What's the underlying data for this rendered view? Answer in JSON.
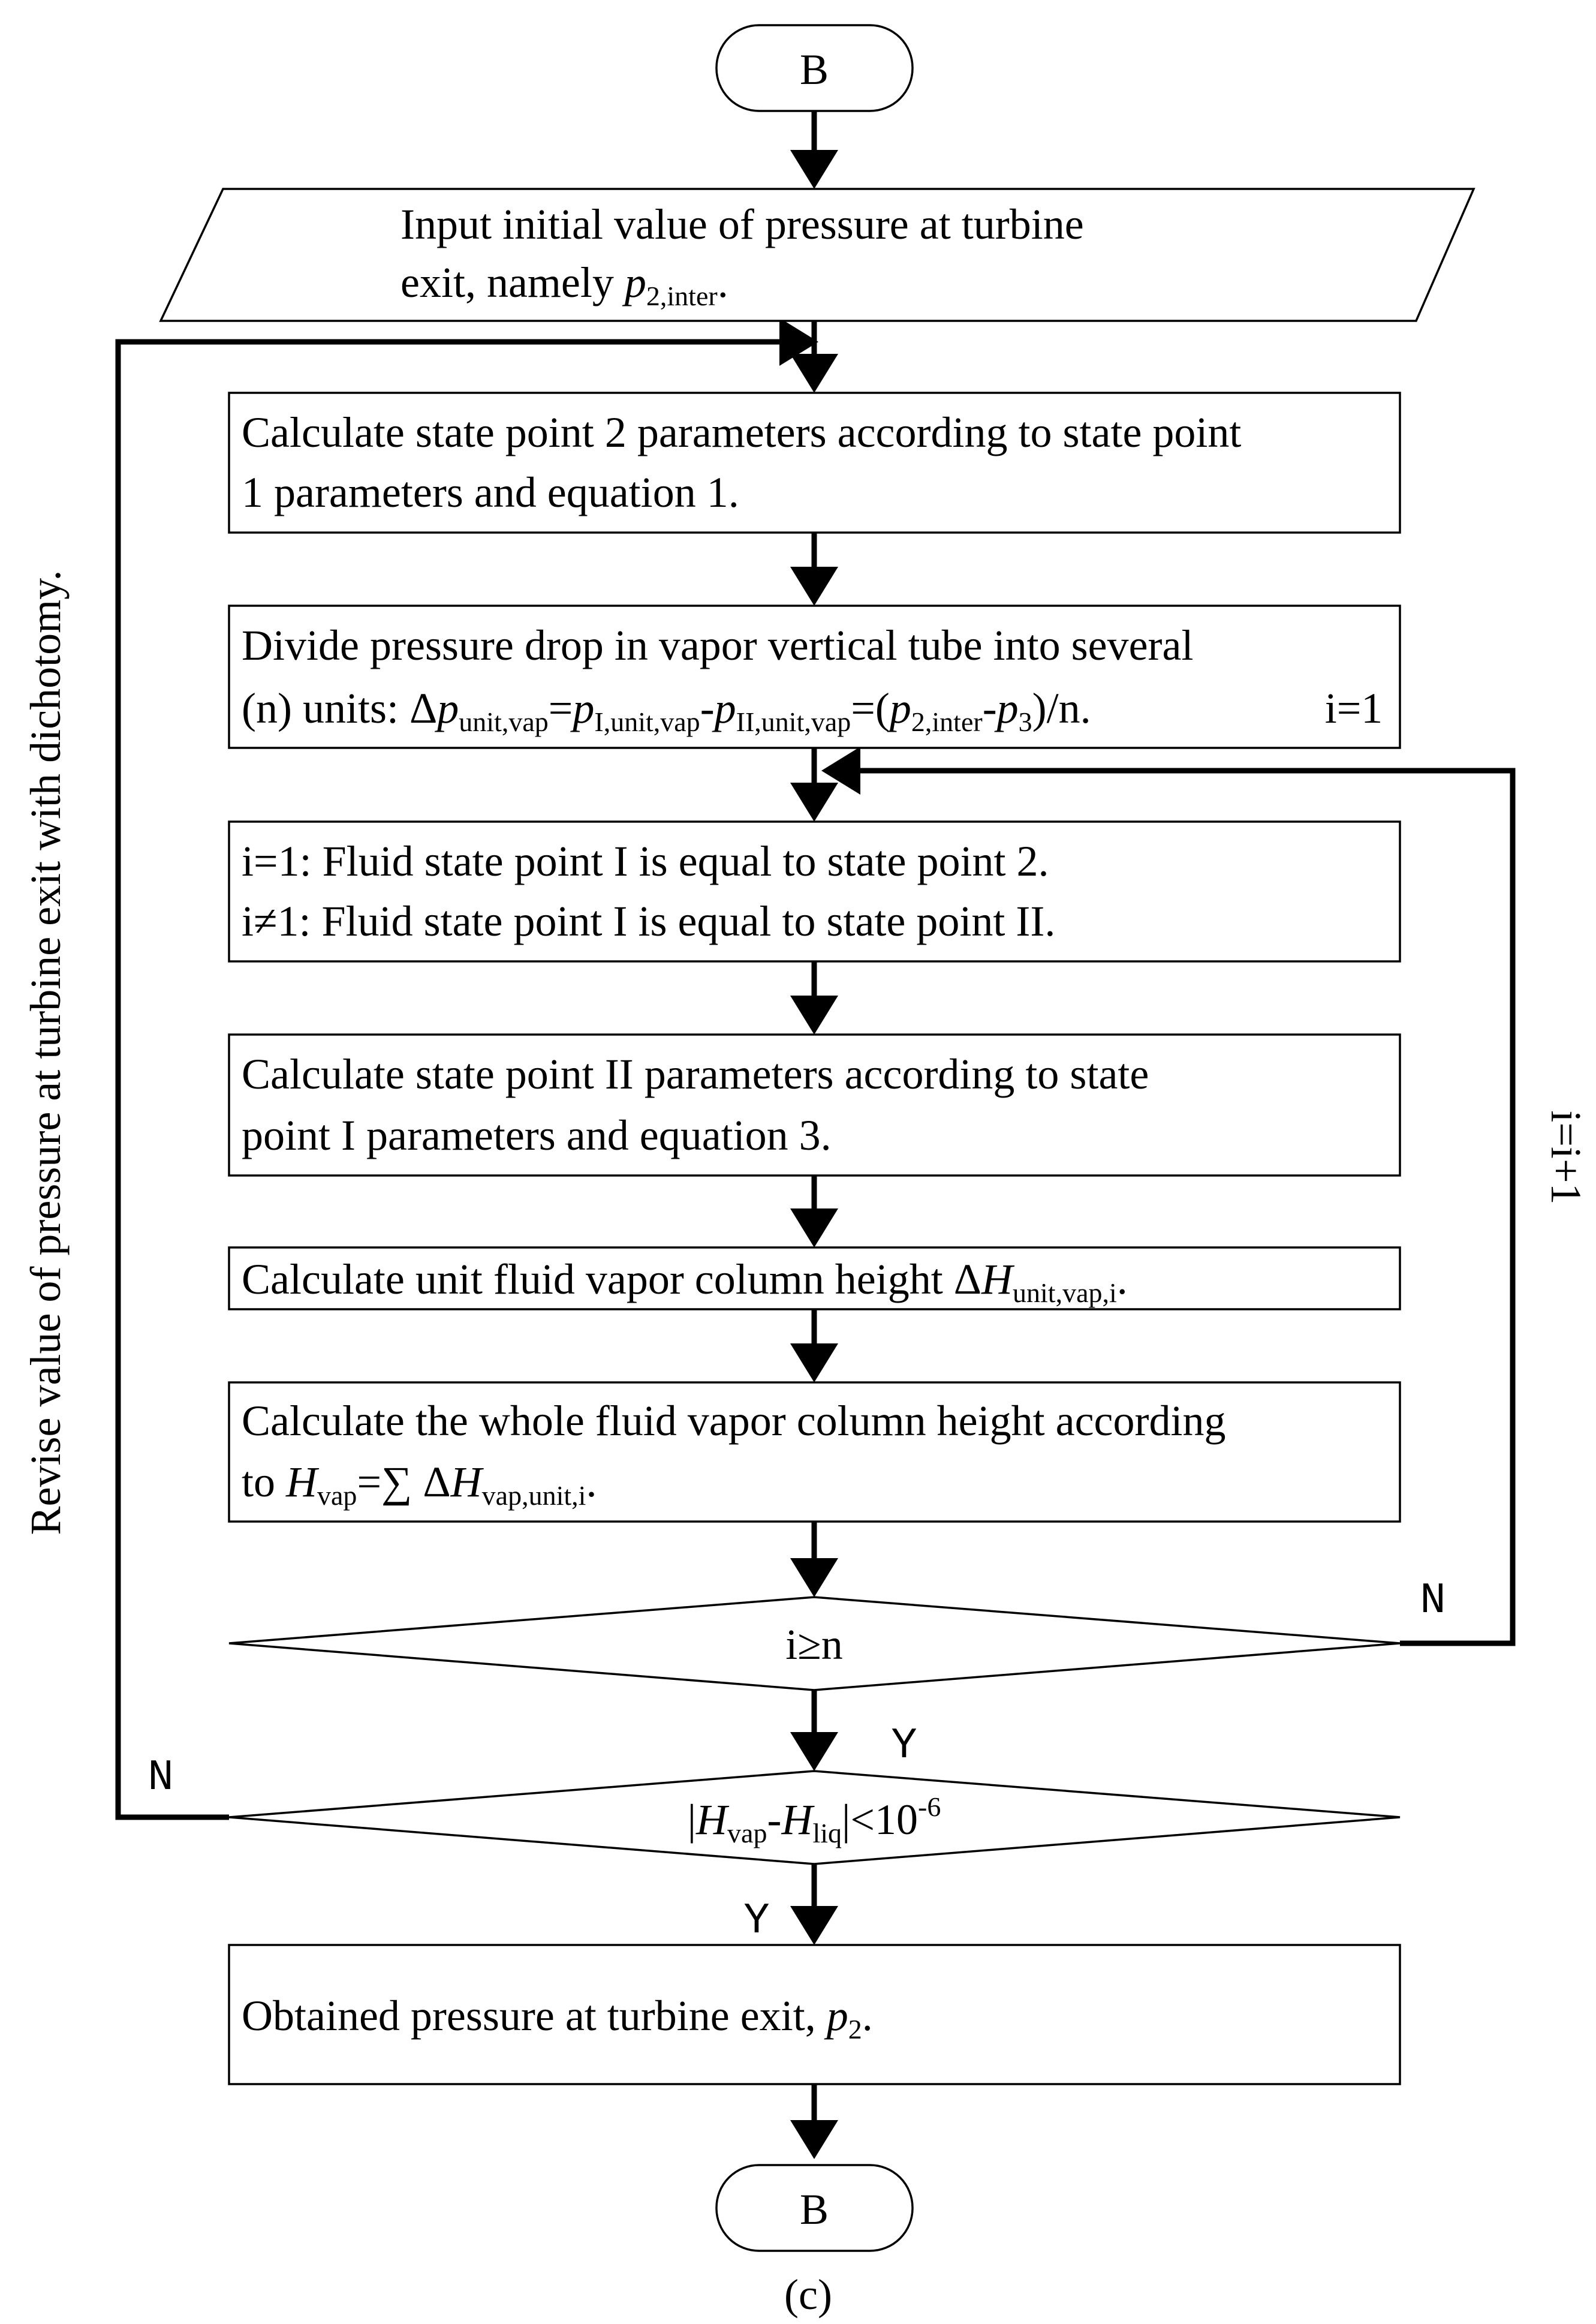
{
  "terminal_start": "B",
  "terminal_end": "B",
  "input_step": {
    "line1": "Input initial value of pressure at turbine",
    "line2_text": "exit, namely ",
    "line2_var": "p",
    "line2_sub": "2,inter",
    "line2_end": "."
  },
  "step_state2": {
    "line1": "Calculate state point 2 parameters according to state point",
    "line2": "1 parameters and equation 1."
  },
  "step_divide": {
    "line1": "Divide pressure drop in vapor vertical tube into several",
    "line2": [
      {
        "t": "(n) units: Δ"
      },
      {
        "t": "p",
        "i": true
      },
      {
        "t": "unit,vap",
        "sub": true
      },
      {
        "t": "="
      },
      {
        "t": "p",
        "i": true
      },
      {
        "t": "I,unit,vap",
        "sub": true
      },
      {
        "t": "-"
      },
      {
        "t": "p",
        "i": true
      },
      {
        "t": "II,unit,vap",
        "sub": true
      },
      {
        "t": "=("
      },
      {
        "t": "p",
        "i": true
      },
      {
        "t": "2,inter",
        "sub": true
      },
      {
        "t": "-"
      },
      {
        "t": "p",
        "i": true
      },
      {
        "t": "3",
        "sub": true
      },
      {
        "t": ")/n."
      }
    ],
    "counter": "i=1"
  },
  "step_assign": {
    "line1": "i=1: Fluid state point I is equal to state point 2.",
    "line2": "i≠1: Fluid state point I is equal to state point II."
  },
  "step_state_II": {
    "line1": "Calculate state point II parameters  according to state",
    "line2": "point I parameters and equation 3."
  },
  "step_unit_height": [
    {
      "t": "Calculate unit fluid vapor column height Δ"
    },
    {
      "t": "H",
      "i": true
    },
    {
      "t": "unit,vap,i",
      "sub": true
    },
    {
      "t": "."
    }
  ],
  "step_total_height": {
    "line1": "Calculate the whole fluid vapor column height according",
    "line2": [
      {
        "t": "to "
      },
      {
        "t": "H",
        "i": true
      },
      {
        "t": "vap",
        "sub": true
      },
      {
        "t": "=∑ Δ"
      },
      {
        "t": "H",
        "i": true
      },
      {
        "t": "vap,unit,i",
        "sub": true
      },
      {
        "t": "."
      }
    ]
  },
  "decision_i": "i≥n",
  "decision_h": [
    {
      "t": "|"
    },
    {
      "t": "H",
      "i": true
    },
    {
      "t": "vap",
      "sub": true
    },
    {
      "t": "-"
    },
    {
      "t": "H",
      "i": true
    },
    {
      "t": "liq",
      "sub": true
    },
    {
      "t": "|<10"
    },
    {
      "t": "-6",
      "sup": true
    }
  ],
  "step_result": [
    {
      "t": "Obtained pressure at turbine exit, "
    },
    {
      "t": "p",
      "i": true
    },
    {
      "t": "2",
      "sub": true
    },
    {
      "t": "."
    }
  ],
  "loop_inner_label": "i=i+1",
  "loop_outer_label": "Revise value of pressure at turbine exit with dichotomy.",
  "branch_labels": {
    "inner_no": "N",
    "inner_yes": "Y",
    "outer_no": "N",
    "outer_yes": "Y"
  },
  "caption": "(c)"
}
